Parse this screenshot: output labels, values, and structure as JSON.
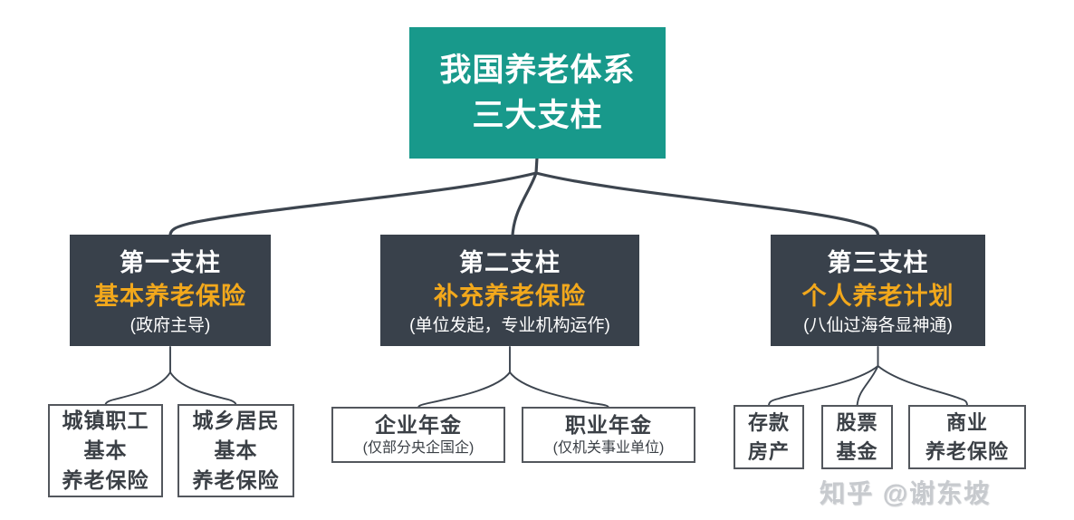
{
  "colors": {
    "root_bg": "#18998b",
    "pillar_bg": "#39414b",
    "accent_yellow": "#f2a81c",
    "connector": "#3d454f",
    "leaf_border": "#53575d",
    "leaf_text": "#3b4046",
    "watermark": "#c7cace"
  },
  "root": {
    "line1": "我国养老体系",
    "line2": "三大支柱"
  },
  "pillars": [
    {
      "title": "第一支柱",
      "subtitle": "基本养老保险",
      "note": "(政府主导)"
    },
    {
      "title": "第二支柱",
      "subtitle": "补充养老保险",
      "note": "(单位发起，专业机构运作)"
    },
    {
      "title": "第三支柱",
      "subtitle": "个人养老计划",
      "note": "(八仙过海各显神通)"
    }
  ],
  "leaves": [
    {
      "lines": [
        "城镇职工",
        "基本",
        "养老保险"
      ]
    },
    {
      "lines": [
        "城乡居民",
        "基本",
        "养老保险"
      ]
    },
    {
      "title": "企业年金",
      "note": "(仅部分央企国企)"
    },
    {
      "title": "职业年金",
      "note": "(仅机关事业单位)"
    },
    {
      "lines": [
        "存款",
        "房产"
      ]
    },
    {
      "lines": [
        "股票",
        "基金"
      ]
    },
    {
      "lines": [
        "商业",
        "养老保险"
      ]
    }
  ],
  "watermark": "知乎 @谢东坡"
}
